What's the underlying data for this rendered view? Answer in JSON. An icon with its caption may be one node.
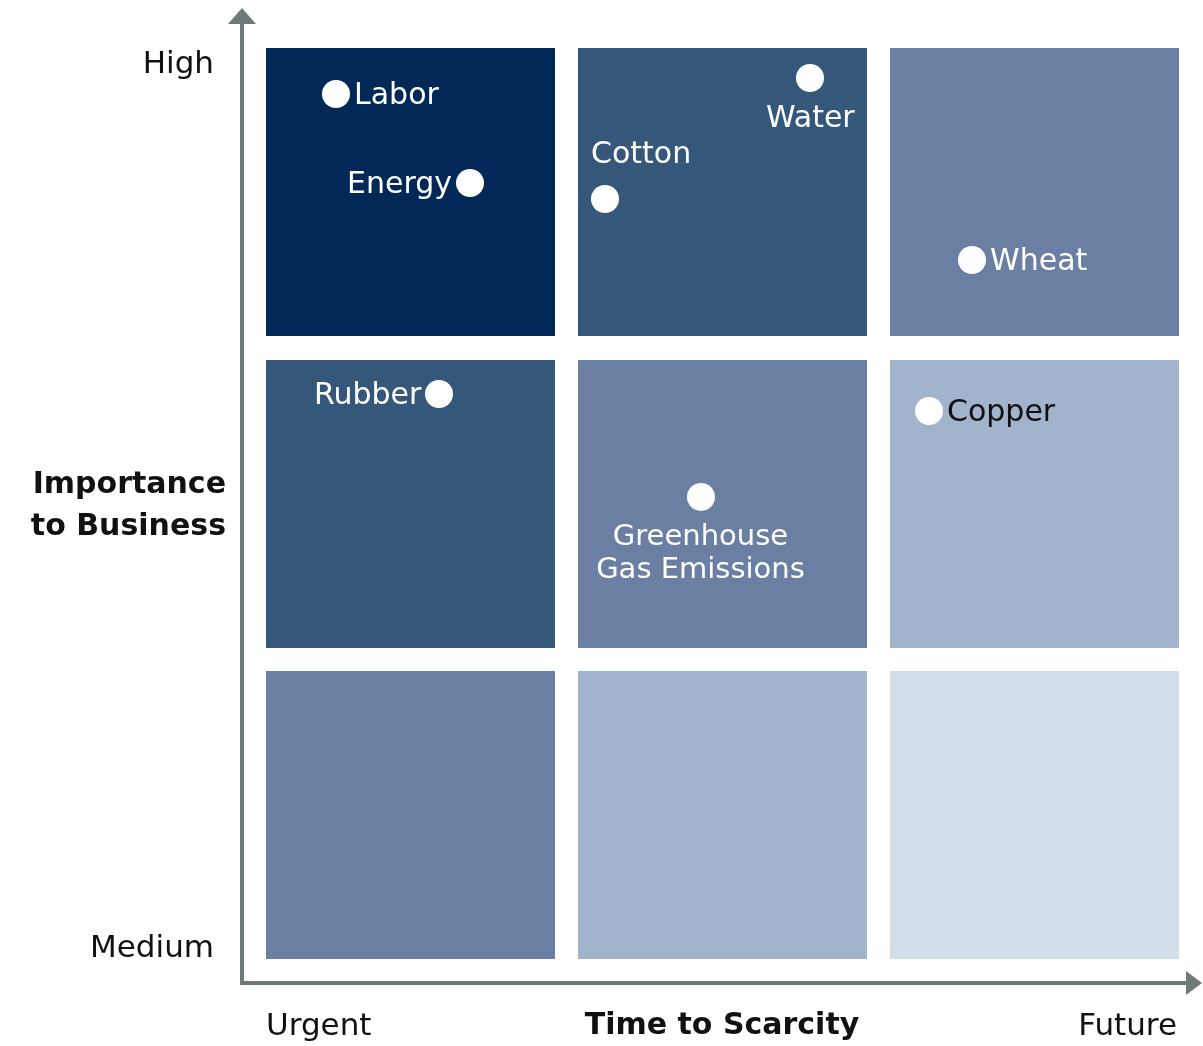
{
  "diagram": {
    "nodes": [
      {
        "text": [],
        "shape": "box"
      },
      {
        "text": [],
        "shape": "box"
      },
      {
        "text": [],
        "shape": "box"
      },
      {
        "text": [],
        "shape": "box"
      },
      {
        "text": [],
        "shape": "box"
      },
      {
        "text": [],
        "shape": "box"
      },
      {
        "text": [],
        "shape": "box"
      },
      {
        "text": [],
        "shape": "box"
      },
      {
        "text": [],
        "shape": "box"
      },
      {
        "text": [
          "Labor"
        ],
        "in": 0
      },
      {
        "text": [
          "Energy"
        ],
        "in": 0
      },
      {
        "text": [
          "Water"
        ],
        "in": 1
      },
      {
        "text": [
          "Cotton"
        ],
        "in": 1
      },
      {
        "text": [
          "Wheat"
        ],
        "in": 2
      },
      {
        "text": [
          "Rubber"
        ],
        "in": 3
      },
      {
        "text": [
          "Greenhouse Gas Emissions"
        ],
        "in": 4
      },
      {
        "text": [
          "Copper"
        ],
        "in": 5
      }
    ],
    "labels": [
      "High",
      "Importance to Business",
      "Medium",
      "Urgent",
      "Time to Scarcity",
      "Future"
    ]
  }
}
